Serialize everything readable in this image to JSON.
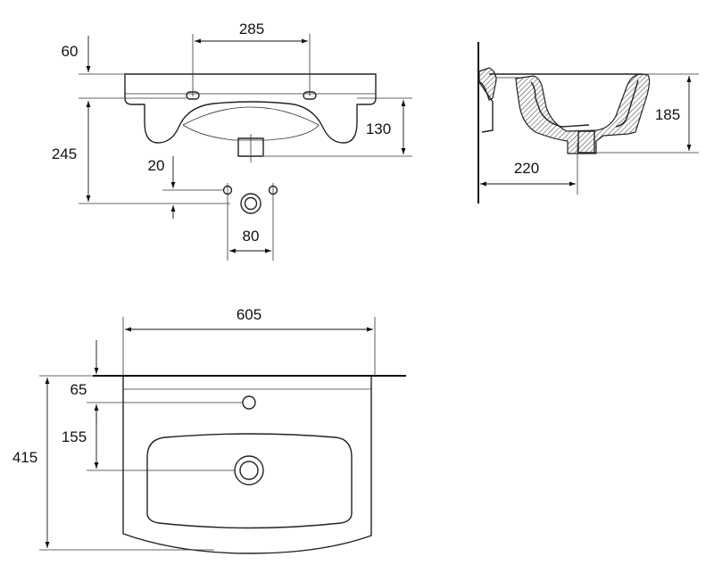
{
  "front_view": {
    "dim_top_hole_spacing": "285",
    "dim_rim_thickness": "60",
    "dim_hole_height": "245",
    "dim_apron_height": "130",
    "dim_waste_offset": "20",
    "dim_waste_spacing": "80"
  },
  "side_view": {
    "dim_depth_height": "185",
    "dim_drain_distance": "220"
  },
  "top_view": {
    "dim_width": "605",
    "dim_total_depth": "415",
    "dim_tap_hole_offset": "65",
    "dim_drain_offset": "155"
  }
}
